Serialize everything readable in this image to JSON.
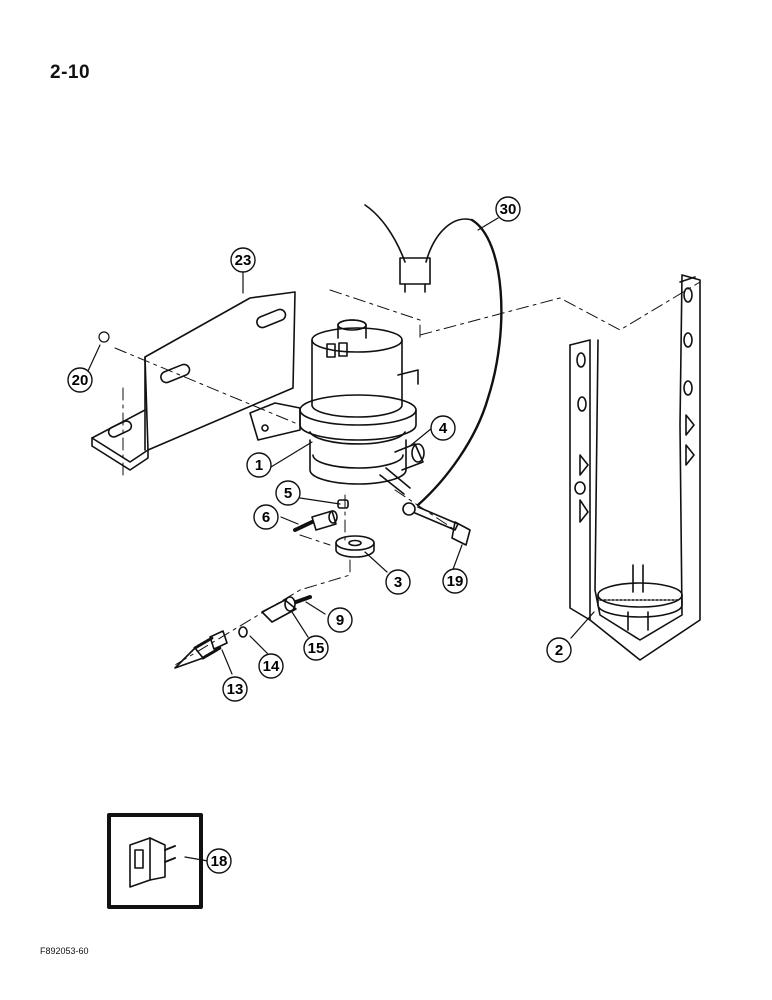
{
  "page_number": "2-10",
  "figure_code": "F892053-60",
  "callouts": [
    "30",
    "23",
    "20",
    "4",
    "1",
    "5",
    "6",
    "3",
    "19",
    "9",
    "15",
    "14",
    "13",
    "2",
    "18"
  ]
}
